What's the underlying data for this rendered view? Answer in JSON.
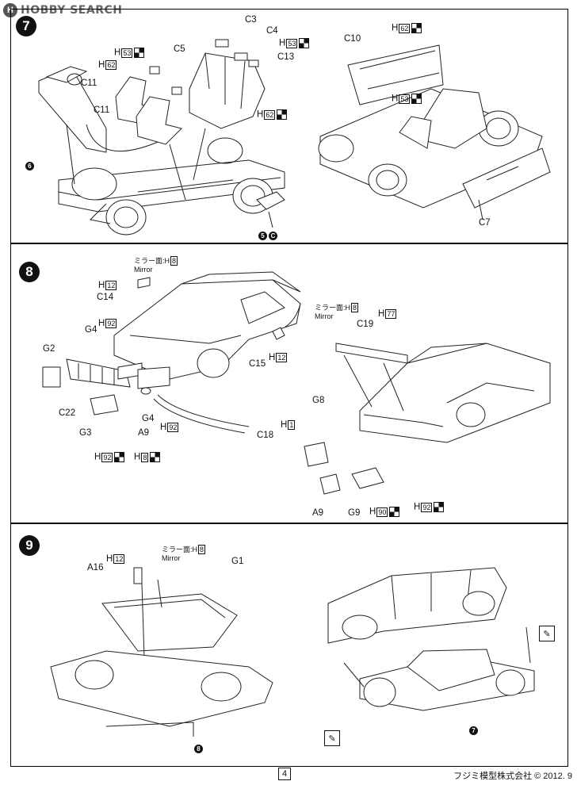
{
  "watermark": {
    "logo": "H",
    "text": "HOBBY SEARCH"
  },
  "step7": {
    "number": "7",
    "labels": {
      "c3": "C3",
      "c4": "C4",
      "c5": "C5",
      "c13": "C13",
      "c11a": "C11",
      "c11b": "C11",
      "c10": "C10",
      "c7": "C7",
      "h53": "H",
      "h53n": "53",
      "h62": "H",
      "h62n": "62",
      "h53b": "H",
      "h53bn": "53",
      "h62b": "H",
      "h62bn": "62",
      "h62c": "H",
      "h62cn": "62",
      "h53c": "H",
      "h53cn": "53"
    },
    "bullets": {
      "b6": "6",
      "b5": "5",
      "bc": "C"
    }
  },
  "step8": {
    "number": "8",
    "mirror1_jp": "ミラー面:H",
    "mirror1_n": "8",
    "mirror1_en": "Mirror",
    "mirror2_jp": "ミラー面:H",
    "mirror2_n": "8",
    "mirror2_en": "Mirror",
    "labels": {
      "c14": "C14",
      "h12a": "H",
      "h12an": "12",
      "g4a": "G4",
      "h92a": "H",
      "h92an": "92",
      "g2": "G2",
      "c22": "C22",
      "a9a": "A9",
      "g4b": "G4",
      "h92b": "H",
      "h92bn": "92",
      "g3": "G3",
      "h92c": "H",
      "h92cn": "92",
      "h8": "H",
      "h8n": "8",
      "c15": "C15",
      "h12b": "H",
      "h12bn": "12",
      "c18": "C18",
      "h1": "H",
      "h1n": "1",
      "c19": "C19",
      "h77": "H",
      "h77n": "77",
      "g8": "G8",
      "a9b": "A9",
      "g9": "G9",
      "h90": "H",
      "h90n": "90",
      "h92d": "H",
      "h92dn": "92"
    }
  },
  "step9": {
    "number": "9",
    "mirror_jp": "ミラー面:H",
    "mirror_n": "8",
    "mirror_en": "Mirror",
    "labels": {
      "a16": "A16",
      "h12": "H",
      "h12n": "12",
      "g1": "G1"
    },
    "bullets": {
      "b8": "8",
      "b7": "7"
    }
  },
  "footer": {
    "page": "4",
    "company": "フジミ模型株式会社 © 2012. 9"
  }
}
